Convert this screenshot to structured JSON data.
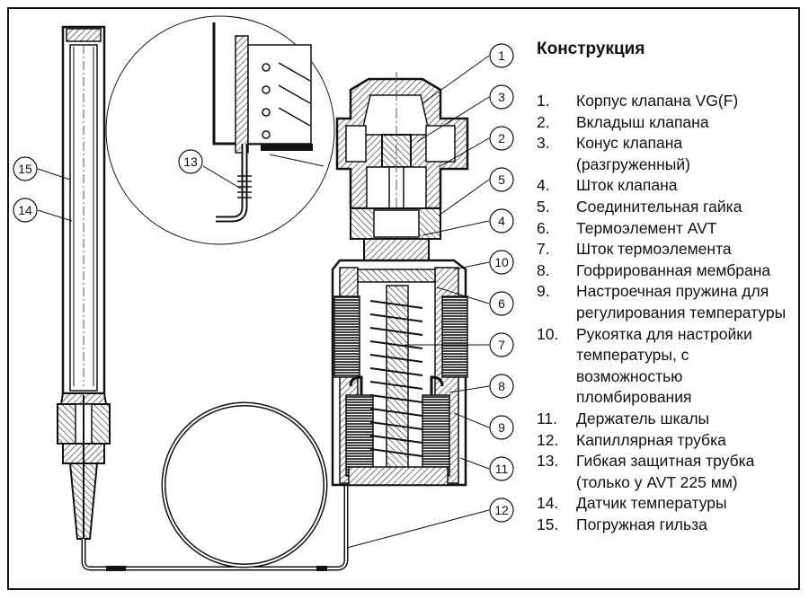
{
  "title": "Конструкция",
  "legend": [
    {
      "number": "1.",
      "text": "Корпус клапана VG(F)"
    },
    {
      "number": "2.",
      "text": "Вкладыш клапана"
    },
    {
      "number": "3.",
      "text": "Конус клапана (разгруженный)"
    },
    {
      "number": "4.",
      "text": "Шток клапана"
    },
    {
      "number": "5.",
      "text": "Соединительная гайка"
    },
    {
      "number": "6.",
      "text": "Термоэлемент AVT"
    },
    {
      "number": "7.",
      "text": "Шток термоэлемента"
    },
    {
      "number": "8.",
      "text": "Гофрированная мембрана"
    },
    {
      "number": "9.",
      "text": "Настроечная пружина для регулирования температуры"
    },
    {
      "number": "10.",
      "text": "Рукоятка для настройки температуры, с возможностью пломбирования"
    },
    {
      "number": "11.",
      "text": "Держатель шкалы"
    },
    {
      "number": "12.",
      "text": "Капиллярная трубка"
    },
    {
      "number": "13.",
      "text": "Гибкая защитная трубка (только у AVT 225 мм)"
    },
    {
      "number": "14.",
      "text": "Датчик температуры"
    },
    {
      "number": "15.",
      "text": "Погружная гильза"
    }
  ],
  "callouts": [
    "1",
    "3",
    "2",
    "5",
    "4",
    "10",
    "6",
    "7",
    "8",
    "9",
    "11",
    "12",
    "13",
    "15",
    "14"
  ]
}
